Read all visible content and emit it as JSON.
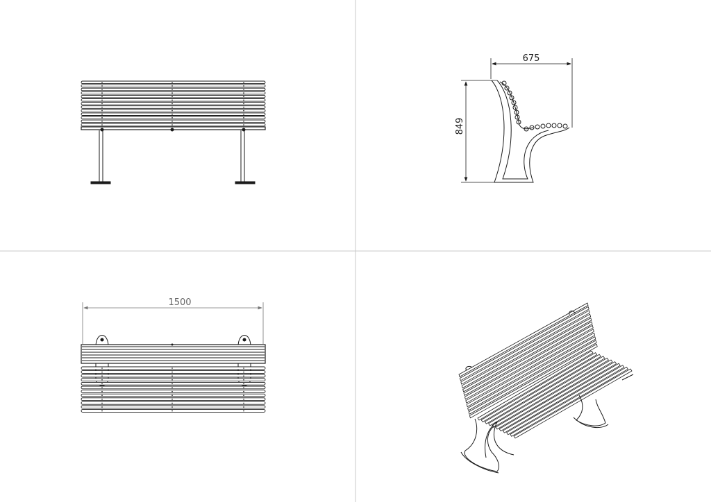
{
  "drawing": {
    "views": [
      "front-view",
      "side-view",
      "top-view",
      "isometric-view"
    ],
    "dimensions": {
      "depth": "675",
      "height": "849",
      "length": "1500"
    },
    "colors": {
      "line": "#1a1a1a",
      "dimension_grey": "#777777",
      "divider": "#c8c8c8",
      "background": "#ffffff"
    }
  }
}
